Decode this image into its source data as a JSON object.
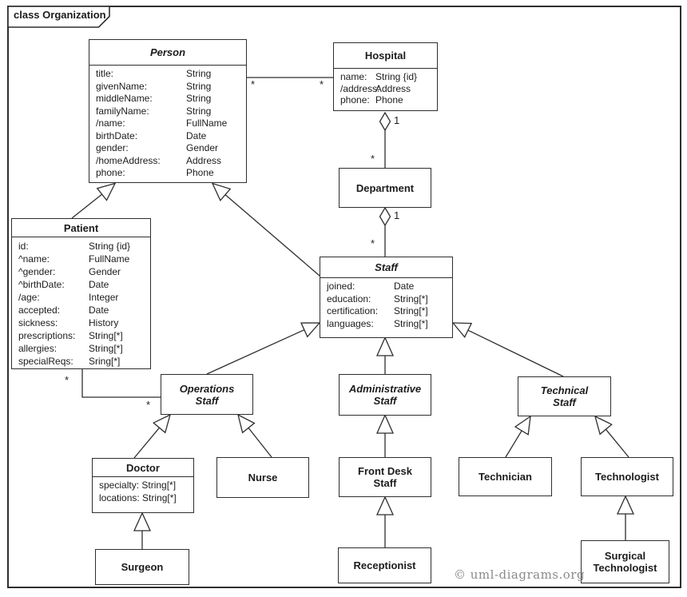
{
  "frame": {
    "title": "class Organization"
  },
  "copyright": "© uml-diagrams.org",
  "classes": {
    "person": {
      "lines": [
        "Person"
      ],
      "abstract": true,
      "attrs": [
        {
          "n": "title:",
          "t": "String"
        },
        {
          "n": "givenName:",
          "t": "String"
        },
        {
          "n": "middleName:",
          "t": "String"
        },
        {
          "n": "familyName:",
          "t": "String"
        },
        {
          "n": "/name:",
          "t": "FullName"
        },
        {
          "n": "birthDate:",
          "t": "Date"
        },
        {
          "n": "gender:",
          "t": "Gender"
        },
        {
          "n": "/homeAddress:",
          "t": "Address"
        },
        {
          "n": "phone:",
          "t": "Phone"
        }
      ]
    },
    "hospital": {
      "lines": [
        "Hospital"
      ],
      "abstract": false,
      "attrs": [
        {
          "n": "name:",
          "t": "String {id}"
        },
        {
          "n": "/address:",
          "t": "Address"
        },
        {
          "n": "phone:",
          "t": "Phone"
        }
      ]
    },
    "patient": {
      "lines": [
        "Patient"
      ],
      "abstract": false,
      "attrs": [
        {
          "n": "id:",
          "t": "String {id}"
        },
        {
          "n": "^name:",
          "t": "FullName"
        },
        {
          "n": "^gender:",
          "t": "Gender"
        },
        {
          "n": "^birthDate:",
          "t": "Date"
        },
        {
          "n": "/age:",
          "t": "Integer"
        },
        {
          "n": "accepted:",
          "t": "Date"
        },
        {
          "n": "sickness:",
          "t": "History"
        },
        {
          "n": "prescriptions:",
          "t": "String[*]"
        },
        {
          "n": "allergies:",
          "t": "String[*]"
        },
        {
          "n": "specialReqs:",
          "t": "Sring[*]"
        }
      ]
    },
    "department": {
      "lines": [
        "Department"
      ],
      "abstract": false
    },
    "staff": {
      "lines": [
        "Staff"
      ],
      "abstract": true,
      "attrs": [
        {
          "n": "joined:",
          "t": "Date"
        },
        {
          "n": "education:",
          "t": "String[*]"
        },
        {
          "n": "certification:",
          "t": "String[*]"
        },
        {
          "n": "languages:",
          "t": "String[*]"
        }
      ]
    },
    "operations_staff": {
      "lines": [
        "Operations",
        "Staff"
      ],
      "abstract": true
    },
    "administrative_staff": {
      "lines": [
        "Administrative",
        "Staff"
      ],
      "abstract": true
    },
    "technical_staff": {
      "lines": [
        "Technical",
        "Staff"
      ],
      "abstract": true
    },
    "doctor": {
      "lines": [
        "Doctor"
      ],
      "abstract": false,
      "attrs": [
        {
          "full": "specialty: String[*]"
        },
        {
          "full": "locations: String[*]"
        }
      ]
    },
    "nurse": {
      "lines": [
        "Nurse"
      ],
      "abstract": false
    },
    "front_desk_staff": {
      "lines": [
        "Front Desk",
        "Staff"
      ],
      "abstract": false
    },
    "technician": {
      "lines": [
        "Technician"
      ],
      "abstract": false
    },
    "technologist": {
      "lines": [
        "Technologist"
      ],
      "abstract": false
    },
    "surgeon": {
      "lines": [
        "Surgeon"
      ],
      "abstract": false
    },
    "receptionist": {
      "lines": [
        "Receptionist"
      ],
      "abstract": false
    },
    "surgical_technologist": {
      "lines": [
        "Surgical",
        "Technologist"
      ],
      "abstract": false
    }
  },
  "multiplicities": {
    "person_hospital_person_end": "*",
    "person_hospital_hospital_end": "*",
    "hospital_department_hospital_end": "1",
    "hospital_department_department_end": "*",
    "department_staff_department_end": "1",
    "department_staff_staff_end": "*",
    "patient_operations_patient_end": "*",
    "patient_operations_operations_end": "*"
  }
}
